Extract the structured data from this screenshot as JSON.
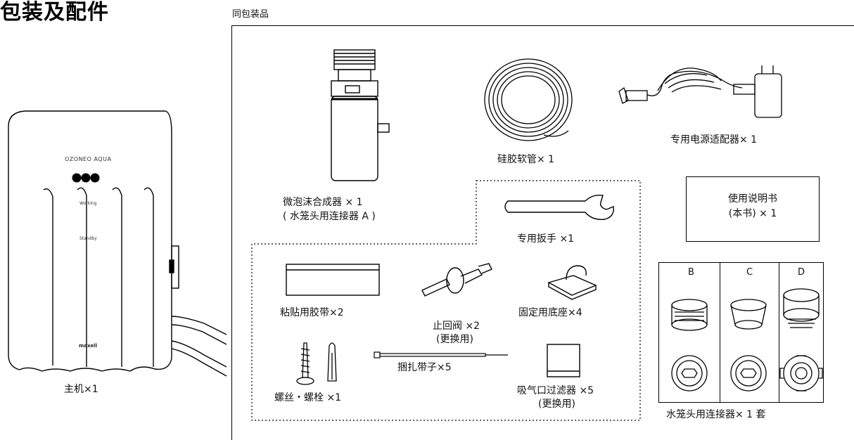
{
  "header": {
    "title": "包装及配件",
    "section": "同包装品"
  },
  "main_unit": {
    "label": "主机×1",
    "brand": "OZONEO AQUA",
    "working": "Working",
    "standby": "Standby",
    "maker": "maxell"
  },
  "items": {
    "foam_generator": {
      "line1": "微泡沫合成器 × 1",
      "line2": "( 水笼头用连接器 A )"
    },
    "hose": {
      "label": "硅胶软管× 1"
    },
    "adapter": {
      "label": "专用电源适配器× 1"
    },
    "manual": {
      "line1": "使用说明书",
      "line2": "(本书) × 1"
    },
    "wrench": {
      "label": "专用扳手 ×1"
    },
    "tape": {
      "label": "粘贴用胶带×2"
    },
    "check_valve": {
      "line1": "止回阀 ×2",
      "line2": "(更换用)"
    },
    "base": {
      "label": "固定用底座×4"
    },
    "screws": {
      "label": "螺丝・螺栓 ×1"
    },
    "cable_ties": {
      "label": "捆扎带子×5"
    },
    "filter": {
      "line1": "吸气口过滤器 ×5",
      "line2": "(更换用)"
    },
    "connectors": {
      "label": "水笼头用连接器× 1 套",
      "columns": [
        "B",
        "C",
        "D"
      ]
    }
  }
}
